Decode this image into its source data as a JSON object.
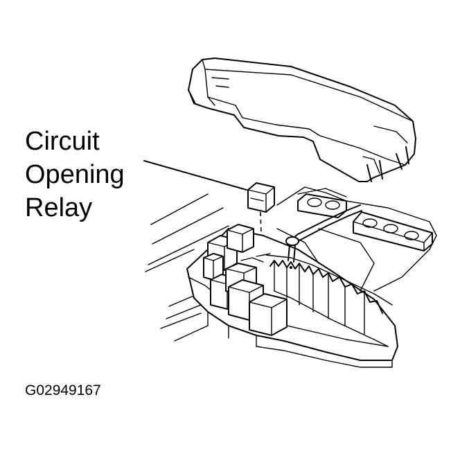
{
  "callout": {
    "line1": "Circuit",
    "line2": "Opening",
    "line3": "Relay"
  },
  "figure_id": "G02949167",
  "colors": {
    "ink": "#000000",
    "background": "#ffffff"
  }
}
